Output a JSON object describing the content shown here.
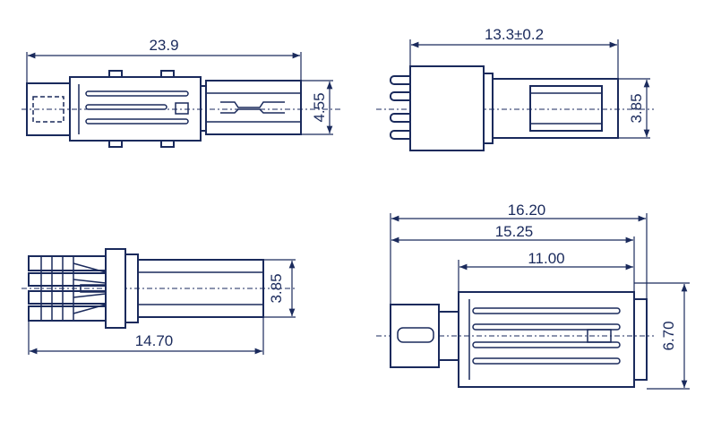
{
  "colors": {
    "ink": "#1a2a5c",
    "background": "#ffffff"
  },
  "views": {
    "top_left": {
      "width_label": "23.9",
      "height_label": "4.55"
    },
    "top_right": {
      "width_label": "13.3±0.2",
      "height_label": "3.85"
    },
    "bottom_left": {
      "width_label": "14.70",
      "height_label": "3.85"
    },
    "bottom_right": {
      "overall_label": "16.20",
      "body_label": "15.25",
      "inner_label": "11.00",
      "height_label": "6.70"
    }
  }
}
